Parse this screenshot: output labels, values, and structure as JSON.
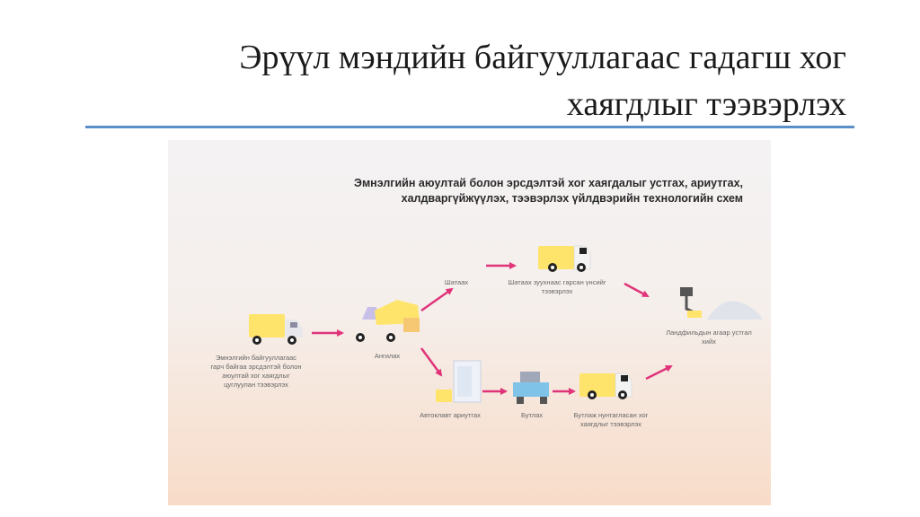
{
  "slide": {
    "title_line1": "Эрүүл мэндийн байгууллагаас гадагш хог",
    "title_line2": "хаягдлыг тээвэрлэх"
  },
  "figure": {
    "title_line1": "Эмнэлгийн аюултай болон эрсдэлтэй хог хаягдалыг устгах, ариутгах,",
    "title_line2": "халдваргүйжүүлэх, тээвэрлэх үйлдвэрийн технологийн схем",
    "labels": {
      "source": "Эмнэлгийн байгууллагаас гарч байгаа эрсдэлтэй болон аюултай хог хаягдлыг цуглуулан тээвэрлэх",
      "sorting": "Ангилах",
      "incineration": "Шатаах",
      "ash_transport": "Шатаах зуухнаас гарсан үнсийг тээвэрлэх",
      "landfill": "Ландфильдын агаар устгал хийх",
      "autoclave": "Автоклавт ариутгах",
      "crushing": "Бутлах",
      "crushed_transport": "Бутлаж нунтагласан хог хаягдлыг тээвэрлэх"
    }
  },
  "colors": {
    "accent_rule": "#5b8fc7",
    "arrow": "#e0337a",
    "truck_body": "#ffe46b",
    "truck_cab": "#e8e8ec"
  }
}
